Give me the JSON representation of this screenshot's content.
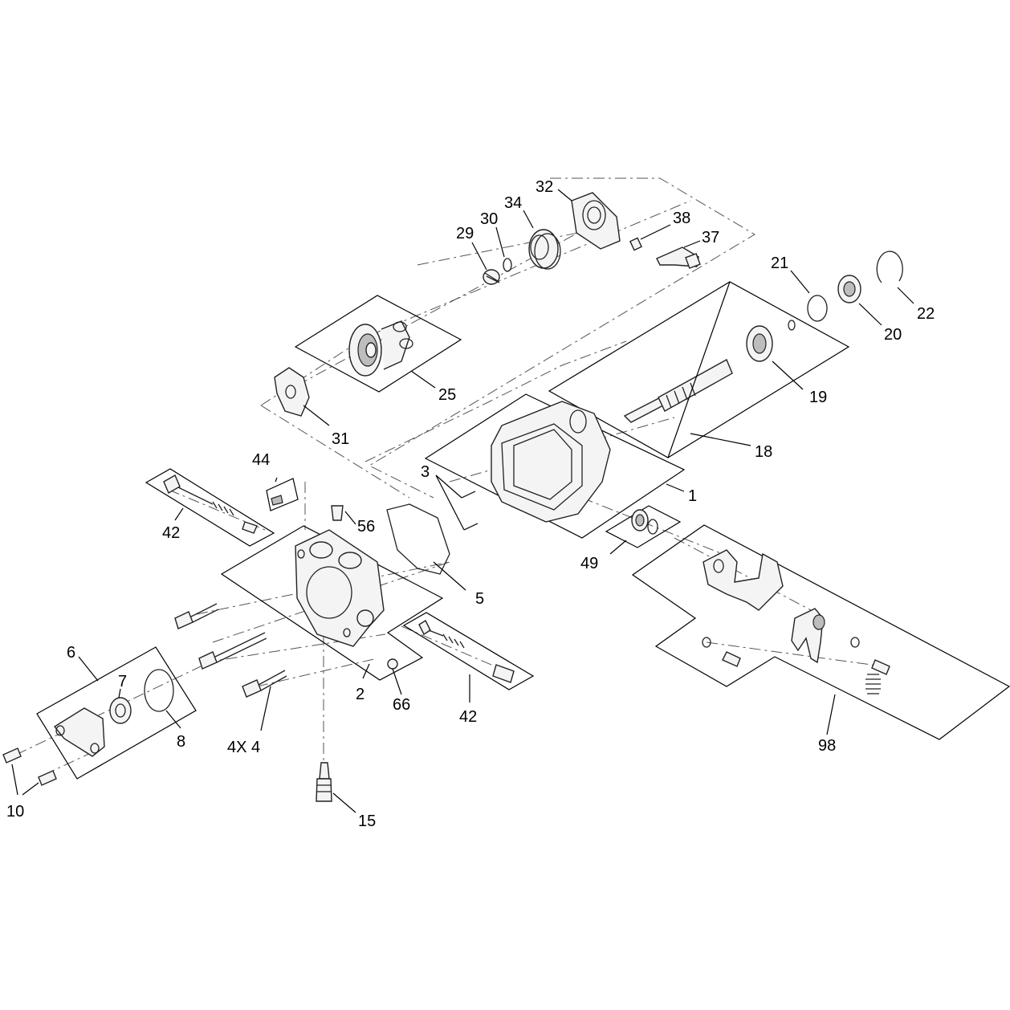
{
  "callouts": {
    "c1": "1",
    "c2": "2",
    "c3": "3",
    "c4": "4X 4",
    "c5": "5",
    "c6": "6",
    "c7": "7",
    "c8": "8",
    "c10": "10",
    "c15": "15",
    "c18": "18",
    "c19": "19",
    "c20": "20",
    "c21": "21",
    "c22": "22",
    "c25": "25",
    "c29": "29",
    "c30": "30",
    "c31": "31",
    "c32": "32",
    "c34": "34",
    "c37": "37",
    "c38": "38",
    "c42a": "42",
    "c42b": "42",
    "c44": "44",
    "c49": "49",
    "c56": "56",
    "c66": "66",
    "c98": "98"
  }
}
